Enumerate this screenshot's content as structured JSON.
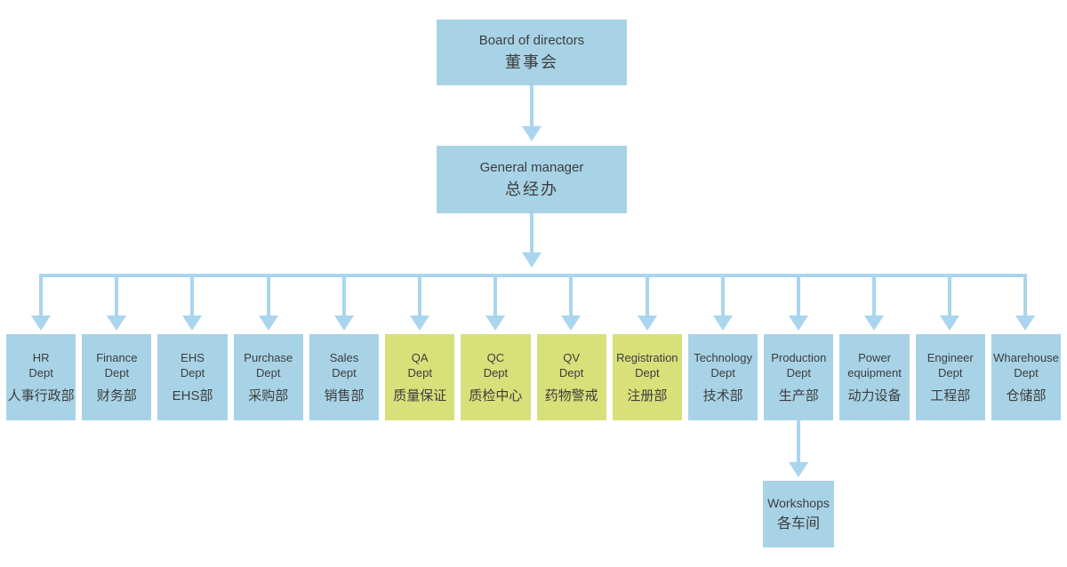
{
  "chart_type": "org-chart",
  "colors": {
    "box_blue": "#a8d3e6",
    "box_green": "#d8e07a",
    "connector_blue": "#a9d5ef",
    "text": "#3d3d3d",
    "background": "#ffffff"
  },
  "nodes": {
    "board": {
      "en": "Board of directors",
      "cn": "董事会"
    },
    "general_manager": {
      "en": "General manager",
      "cn": "总经办"
    },
    "workshops": {
      "en": "Workshops",
      "cn": "各车间"
    }
  },
  "departments": [
    {
      "en1": "HR",
      "en2": "Dept",
      "cn": "人事行政部",
      "highlight": false
    },
    {
      "en1": "Finance",
      "en2": "Dept",
      "cn": "财务部",
      "highlight": false
    },
    {
      "en1": "EHS",
      "en2": "Dept",
      "cn": "EHS部",
      "highlight": false
    },
    {
      "en1": "Purchase",
      "en2": "Dept",
      "cn": "采购部",
      "highlight": false
    },
    {
      "en1": "Sales",
      "en2": "Dept",
      "cn": "销售部",
      "highlight": false
    },
    {
      "en1": "QA",
      "en2": "Dept",
      "cn": "质量保证",
      "highlight": true
    },
    {
      "en1": "QC",
      "en2": "Dept",
      "cn": "质检中心",
      "highlight": true
    },
    {
      "en1": "QV",
      "en2": "Dept",
      "cn": "药物警戒",
      "highlight": true
    },
    {
      "en1": "Registration",
      "en2": "Dept",
      "cn": "注册部",
      "highlight": true
    },
    {
      "en1": "Technology",
      "en2": "Dept",
      "cn": "技术部",
      "highlight": false
    },
    {
      "en1": "Production",
      "en2": "Dept",
      "cn": "生产部",
      "highlight": false
    },
    {
      "en1": "Power",
      "en2": "equipment",
      "cn": "动力设备",
      "highlight": false
    },
    {
      "en1": "Engineer",
      "en2": "Dept",
      "cn": "工程部",
      "highlight": false
    },
    {
      "en1": "Wharehouse",
      "en2": "Dept",
      "cn": "仓储部",
      "highlight": false
    }
  ]
}
